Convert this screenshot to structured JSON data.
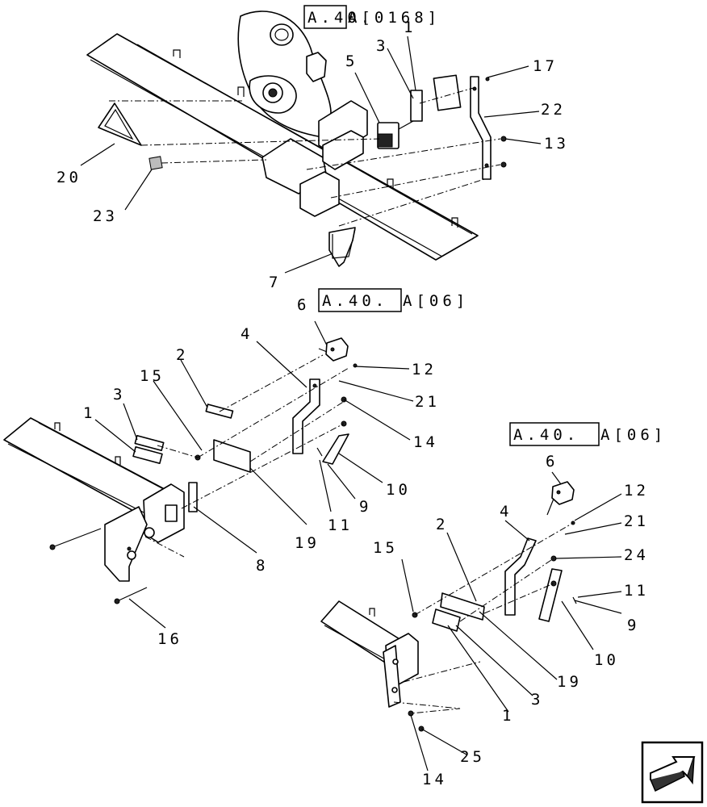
{
  "references": [
    {
      "code": "A.40.",
      "section": "A[0168]"
    },
    {
      "code": "A.40.",
      "section": "A[06]"
    },
    {
      "code": "A.40.",
      "section": "A[06]"
    }
  ],
  "callouts": [
    "1",
    "3",
    "5",
    "17",
    "22",
    "13",
    "20",
    "23",
    "7",
    "6",
    "4",
    "2",
    "15",
    "12",
    "3",
    "21",
    "1",
    "14",
    "6",
    "10",
    "12",
    "9",
    "4",
    "2",
    "21",
    "11",
    "19",
    "15",
    "24",
    "8",
    "11",
    "9",
    "16",
    "10",
    "19",
    "3",
    "1",
    "25",
    "14"
  ],
  "navigation": {
    "icon": "arrow-icon"
  }
}
